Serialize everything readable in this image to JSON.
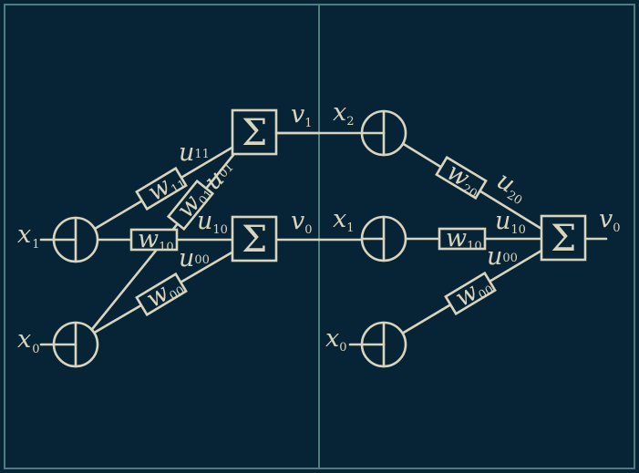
{
  "diagram": {
    "colors": {
      "background": "#062436",
      "stroke": "#d8d4bd",
      "frame": "#4f7d7f"
    },
    "sigma_symbol": "Σ",
    "left_panel": {
      "inputs": [
        {
          "var": "x",
          "sub": "1"
        },
        {
          "var": "x",
          "sub": "0"
        }
      ],
      "weights": [
        {
          "var": "w",
          "sub": "11"
        },
        {
          "var": "w",
          "sub": "01"
        },
        {
          "var": "w",
          "sub": "10"
        },
        {
          "var": "w",
          "sub": "00"
        }
      ],
      "edge_labels": [
        {
          "var": "u",
          "sub": "11"
        },
        {
          "var": "u",
          "sub": "01"
        },
        {
          "var": "u",
          "sub": "10"
        },
        {
          "var": "u",
          "sub": "00"
        }
      ],
      "outputs": [
        {
          "var": "v",
          "sub": "1"
        },
        {
          "var": "v",
          "sub": "0"
        }
      ]
    },
    "right_panel": {
      "inputs": [
        {
          "var": "x",
          "sub": "2"
        },
        {
          "var": "x",
          "sub": "1"
        },
        {
          "var": "x",
          "sub": "0"
        }
      ],
      "weights": [
        {
          "var": "w",
          "sub": "20"
        },
        {
          "var": "w",
          "sub": "10"
        },
        {
          "var": "w",
          "sub": "00"
        }
      ],
      "edge_labels": [
        {
          "var": "u",
          "sub": "20"
        },
        {
          "var": "u",
          "sub": "10"
        },
        {
          "var": "u",
          "sub": "00"
        }
      ],
      "output": {
        "var": "v",
        "sub": "0"
      }
    }
  }
}
